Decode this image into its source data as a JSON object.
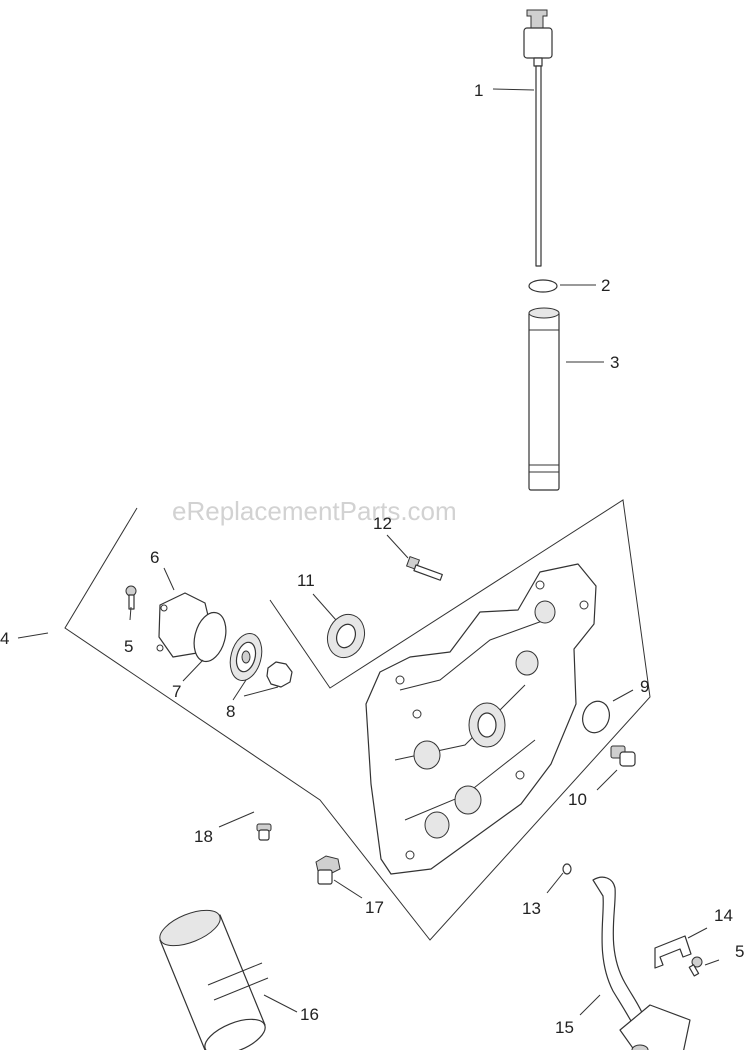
{
  "watermark": "eReplacementParts.com",
  "callouts": {
    "c1": "1",
    "c2": "2",
    "c3": "3",
    "c4": "4",
    "c5a": "5",
    "c5b": "5",
    "c6": "6",
    "c7": "7",
    "c8": "8",
    "c9": "9",
    "c10": "10",
    "c11": "11",
    "c12": "12",
    "c13": "13",
    "c14": "14",
    "c15": "15",
    "c16": "16",
    "c17": "17",
    "c18": "18"
  }
}
